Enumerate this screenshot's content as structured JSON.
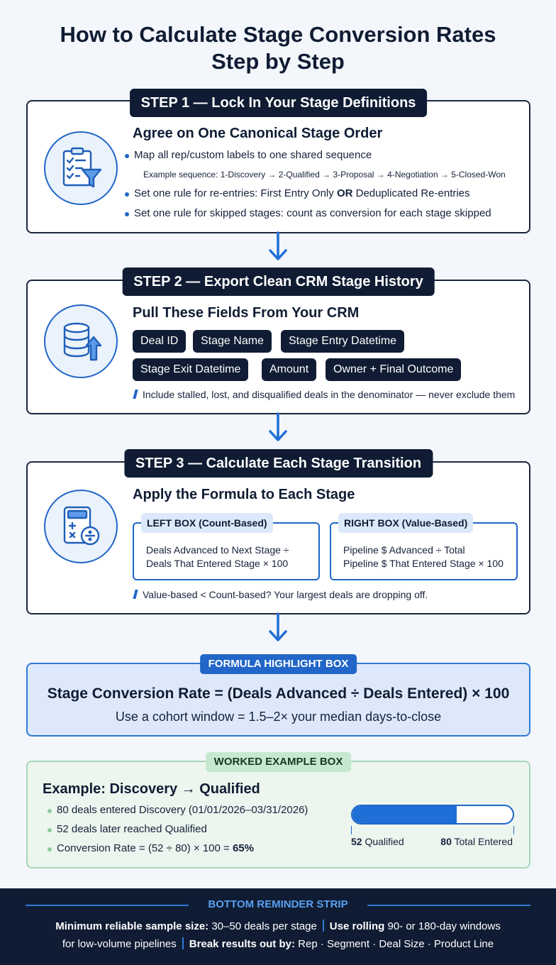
{
  "title": {
    "line1": "How to Calculate Stage Conversion Rates",
    "line2": "Step by Step"
  },
  "step1": {
    "label": "STEP 1 — Lock In Your Stage Definitions",
    "heading": "Agree on One Canonical Stage Order",
    "bullet1": "Map all rep/custom labels to one shared sequence",
    "example": "Example sequence: 1-Discovery → 2-Qualified → 3-Proposal → 4-Negotiation → 5-Closed-Won",
    "bullet2_pre": "Set one rule for re-entries: First Entry Only ",
    "bullet2_or": "OR",
    "bullet2_post": " Deduplicated Re-entries",
    "bullet3": "Set one rule for skipped stages: count as conversion for each stage skipped",
    "icon": "clipboard-funnel-icon"
  },
  "step2": {
    "label": "STEP 2 — Export Clean CRM Stage History",
    "heading": "Pull These Fields From Your CRM",
    "fields": [
      "Deal ID",
      "Stage Name",
      "Stage Entry Datetime",
      "Stage Exit Datetime",
      "Amount",
      "Owner + Final Outcome"
    ],
    "note": "Include stalled, lost, and disqualified deals in the denominator — never exclude them",
    "icon": "database-upload-icon"
  },
  "step3": {
    "label": "STEP 3 — Calculate Each Stage Transition",
    "heading": "Apply the Formula to Each Stage",
    "left_tag": "LEFT BOX (Count-Based)",
    "left_line1": "Deals Advanced to Next Stage ÷",
    "left_line2": "Deals That Entered Stage × 100",
    "right_tag": "RIGHT BOX (Value-Based)",
    "right_line1": "Pipeline $ Advanced ÷ Total",
    "right_line2": "Pipeline $ That Entered Stage × 100",
    "note": "Value-based < Count-based? Your largest deals are dropping off.",
    "icon": "calculator-icon"
  },
  "formula": {
    "tag": "FORMULA HIGHLIGHT BOX",
    "main": "Stage Conversion Rate = (Deals Advanced ÷ Deals Entered) × 100",
    "sub": "Use a cohort window = 1.5–2× your median days-to-close"
  },
  "worked": {
    "tag": "WORKED EXAMPLE BOX",
    "heading": "Example: Discovery → Qualified",
    "bullet1": "80 deals entered Discovery (01/01/2026–03/31/2026)",
    "bullet2": "52 deals later reached Qualified",
    "bullet3_pre": "Conversion Rate = (52 ÷ 80) × 100 = ",
    "bullet3_value": "65%",
    "progress_fraction": 0.65,
    "qualified_count": "52",
    "qualified_label": " Qualified",
    "total_count": "80",
    "total_label": " Total Entered"
  },
  "bottom": {
    "title": "BOTTOM REMINDER STRIP",
    "item1_strong": "Minimum reliable sample size:",
    "item1_text": " 30–50 deals per stage",
    "item2_strong": "Use rolling",
    "item2_text": " 90- or 180-day windows",
    "item3_text": "for low-volume pipelines",
    "item4_strong": "Break results out by:",
    "item4_text": " Rep · Segment · Deal Size · Product Line"
  },
  "colors": {
    "navy": "#0f1c33",
    "accent_blue": "#2166c8",
    "formula_bg": "#dde9fb",
    "worked_bg": "#ecf6ef"
  }
}
